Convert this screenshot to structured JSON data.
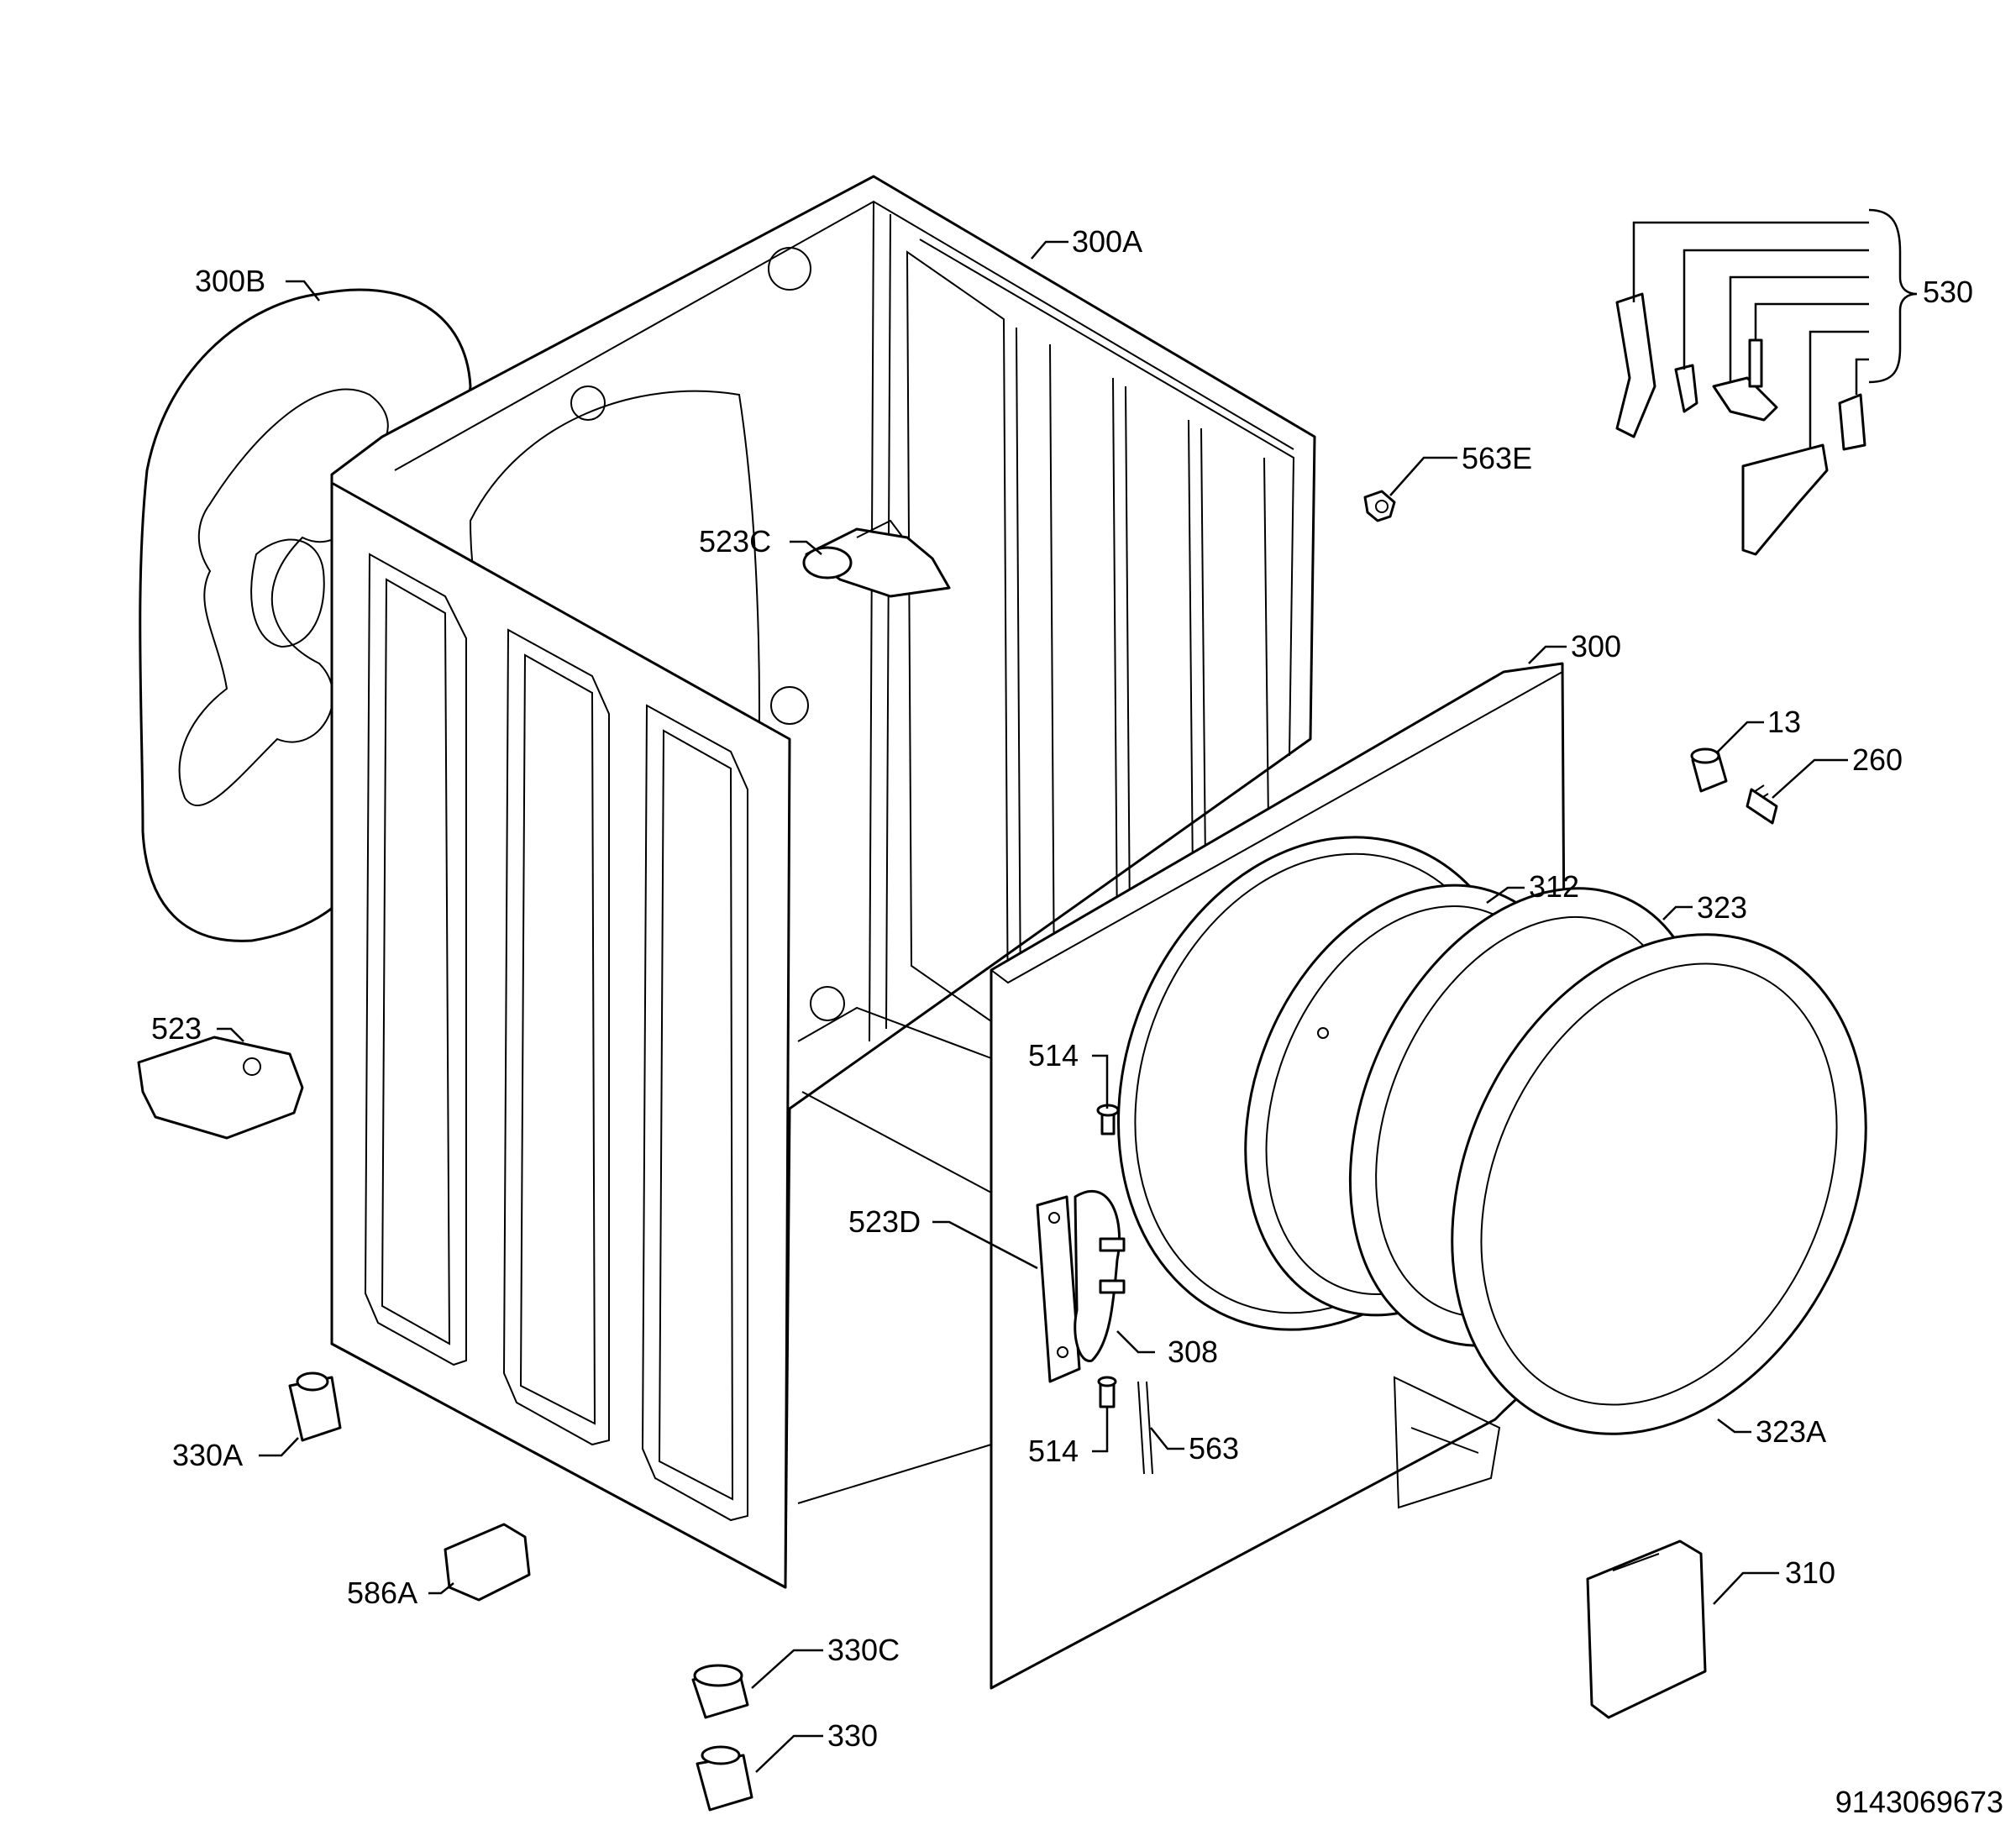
{
  "labels": {
    "l300B": "300B",
    "l300A": "300A",
    "l530": "530",
    "l563E": "563E",
    "l523C": "523C",
    "l300": "300",
    "l13": "13",
    "l260": "260",
    "l312": "312",
    "l323": "323",
    "l523": "523",
    "l514a": "514",
    "l523D": "523D",
    "l308": "308",
    "l514b": "514",
    "l563": "563",
    "l323A": "323A",
    "l330A": "330A",
    "l586A": "586A",
    "l310": "310",
    "l330C": "330C",
    "l330": "330"
  },
  "drawing_number": "9143069673"
}
